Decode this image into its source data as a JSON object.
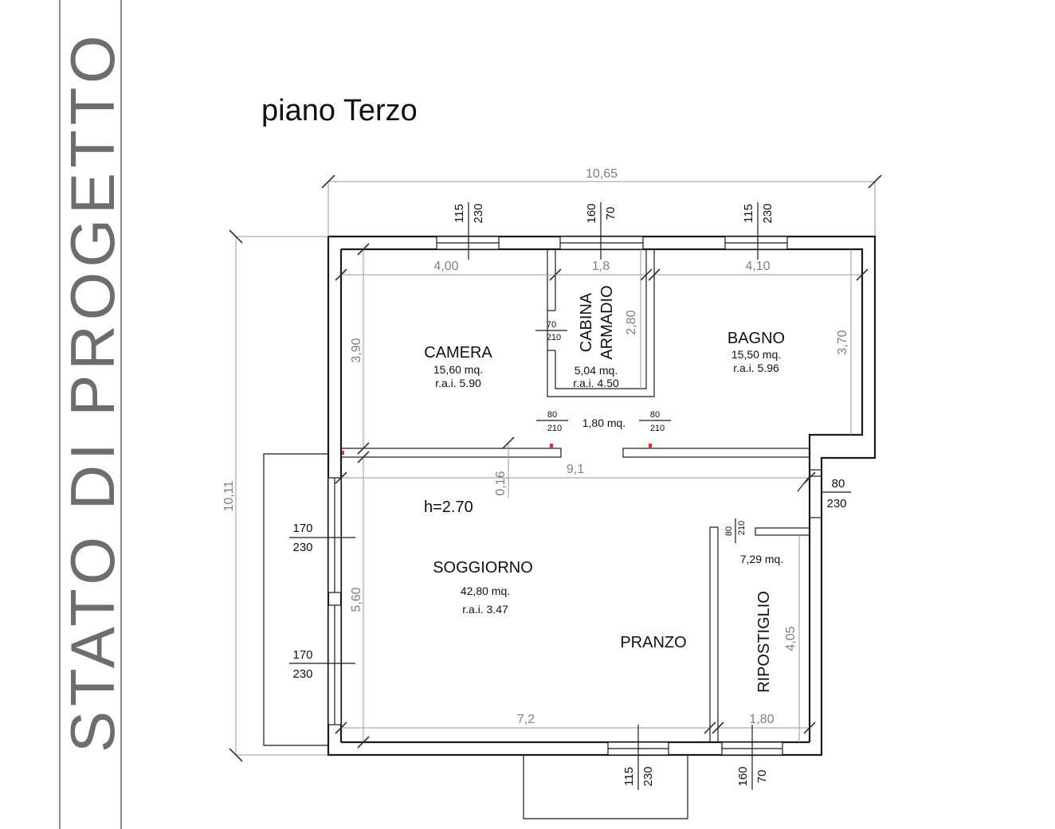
{
  "side_title": "STATO DI PROGETTO",
  "floor_title": "piano Terzo",
  "dimensions": {
    "overall_width": "10,65",
    "overall_height": "10,11",
    "camera_width": "4,00",
    "cabina_width": "1,8",
    "bagno_width": "4,10",
    "camera_height": "3,90",
    "cabina_height": "2,80",
    "bagno_height": "3,70",
    "corridor_width": "9,1",
    "corridor_depth": "0,16",
    "soggiorno_height": "5,60",
    "soggiorno_width": "7,2",
    "ripostiglio_width": "1,80",
    "ripostiglio_height": "4,05"
  },
  "rooms": {
    "camera": {
      "name": "CAMERA",
      "area": "15,60 mq.",
      "rai": "r.a.i. 5.90"
    },
    "cabina": {
      "name_line1": "CABINA",
      "name_line2": "ARMADIO",
      "area": "5,04 mq.",
      "rai": "r.a.i. 4.50"
    },
    "bagno": {
      "name": "BAGNO",
      "area": "15,50 mq.",
      "rai": "r.a.i. 5.96"
    },
    "corridor": {
      "area": "1,80 mq."
    },
    "soggiorno": {
      "name": "SOGGIORNO",
      "area": "42,80 mq.",
      "rai": "r.a.i. 3.47",
      "height": "h=2.70"
    },
    "pranzo": {
      "name": "PRANZO"
    },
    "ripostiglio": {
      "name": "RIPOSTIGLIO",
      "area": "7,29 mq."
    }
  },
  "openings": {
    "win_camera": {
      "w": "115",
      "h": "230"
    },
    "win_cabina": {
      "w": "160",
      "h": "70"
    },
    "win_bagno": {
      "w": "115",
      "h": "230"
    },
    "door_cabina": {
      "w": "70",
      "h": "210"
    },
    "door_camera": {
      "w": "80",
      "h": "210"
    },
    "door_bagno": {
      "w": "80",
      "h": "210"
    },
    "door_entrance": {
      "w": "80",
      "h": "230"
    },
    "door_ripostiglio": {
      "w": "80",
      "h": "210"
    },
    "win_soggiorno_1": {
      "w": "170",
      "h": "230"
    },
    "win_soggiorno_2": {
      "w": "170",
      "h": "230"
    },
    "win_bottom_1": {
      "w": "115",
      "h": "230"
    },
    "win_bottom_2": {
      "w": "160",
      "h": "70"
    }
  }
}
